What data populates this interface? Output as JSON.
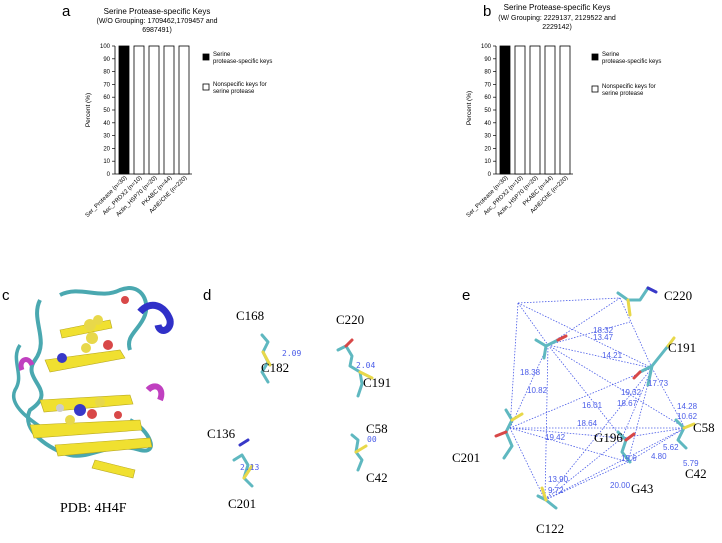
{
  "chart_data": [
    {
      "panel_letter": "a",
      "type": "bar",
      "title": "Serine Protease-specific Keys",
      "subtitle_lines": [
        "(W/O Grouping: 1709462,1709457 and",
        "6987491)"
      ],
      "ylabel": "Percent (%)",
      "ylim": [
        0,
        100
      ],
      "yticks": [
        "0",
        "10",
        "20",
        "30",
        "40",
        "50",
        "60",
        "70",
        "80",
        "90",
        "100"
      ],
      "categories": [
        "Ser_Protease (n=30)",
        "Asc_PRDX2 (n=10)",
        "Actin_HSP70 (n=20)",
        "PKABC (n=44)",
        "AchE/ChE (n=220)"
      ],
      "series": [
        {
          "name": "Serine protease-specific keys",
          "color": "#000000",
          "values": [
            100,
            0,
            0,
            0,
            0
          ]
        },
        {
          "name": "Nonspecific keys for serine protease",
          "color": "#ffffff",
          "values": [
            0,
            100,
            100,
            100,
            100
          ]
        }
      ],
      "legend_lines": [
        [
          "Serine",
          "protease-specific keys"
        ],
        [
          "Nonspecific keys for",
          "serine protease"
        ]
      ]
    },
    {
      "panel_letter": "b",
      "type": "bar",
      "title": "Serine Protease-specific Keys",
      "subtitle_lines": [
        "(W/ Grouping: 2229137, 2129522 and",
        "2229142)"
      ],
      "ylabel": "Percent (%)",
      "ylim": [
        0,
        100
      ],
      "yticks": [
        "0",
        "10",
        "20",
        "30",
        "40",
        "50",
        "60",
        "70",
        "80",
        "90",
        "100"
      ],
      "categories": [
        "Ser_Protease (n=30)",
        "Asc_PRDX2 (n=10)",
        "Actin_HSP70 (n=20)",
        "PKABC (n=44)",
        "AchE/ChE (n=220)"
      ],
      "series": [
        {
          "name": "Serine protease-specific keys",
          "color": "#000000",
          "values": [
            100,
            0,
            0,
            0,
            0
          ]
        },
        {
          "name": "Nonspecific keys for serine protease",
          "color": "#ffffff",
          "values": [
            0,
            100,
            100,
            100,
            100
          ]
        }
      ],
      "legend_lines": [
        [
          "Serine",
          "protease-specific keys"
        ],
        [
          "Nonspecific keys for",
          "serine protease"
        ]
      ]
    }
  ],
  "panel_c": {
    "letter": "c",
    "caption": "PDB: 4H4F"
  },
  "panel_d": {
    "letter": "d",
    "residues": [
      "C168",
      "C182",
      "C220",
      "C191",
      "C136",
      "C201",
      "C58",
      "C42"
    ],
    "distances": [
      "2.09",
      "2.04",
      "2.13",
      "00"
    ]
  },
  "panel_e": {
    "letter": "e",
    "residues": [
      "C220",
      "C191",
      "C58",
      "C42",
      "G43",
      "G196",
      "C201",
      "C122"
    ],
    "distances": [
      "18.32",
      "13.47",
      "14.21",
      "18.38",
      "10.82",
      "17.73",
      "19.32",
      "18.67",
      "16.01",
      "18.64",
      "14.28",
      "10.62",
      "5.62",
      "19.42",
      "19.6",
      "4.80",
      "5.79",
      "13.90",
      "9.72",
      "20.00"
    ]
  },
  "colors": {
    "bond_teal": "#5fb8c0",
    "sulfur_yellow": "#e8d84a",
    "oxygen_red": "#d84848",
    "nitrogen_blue": "#4848c8",
    "distance_blue": "#4a5ce8"
  }
}
